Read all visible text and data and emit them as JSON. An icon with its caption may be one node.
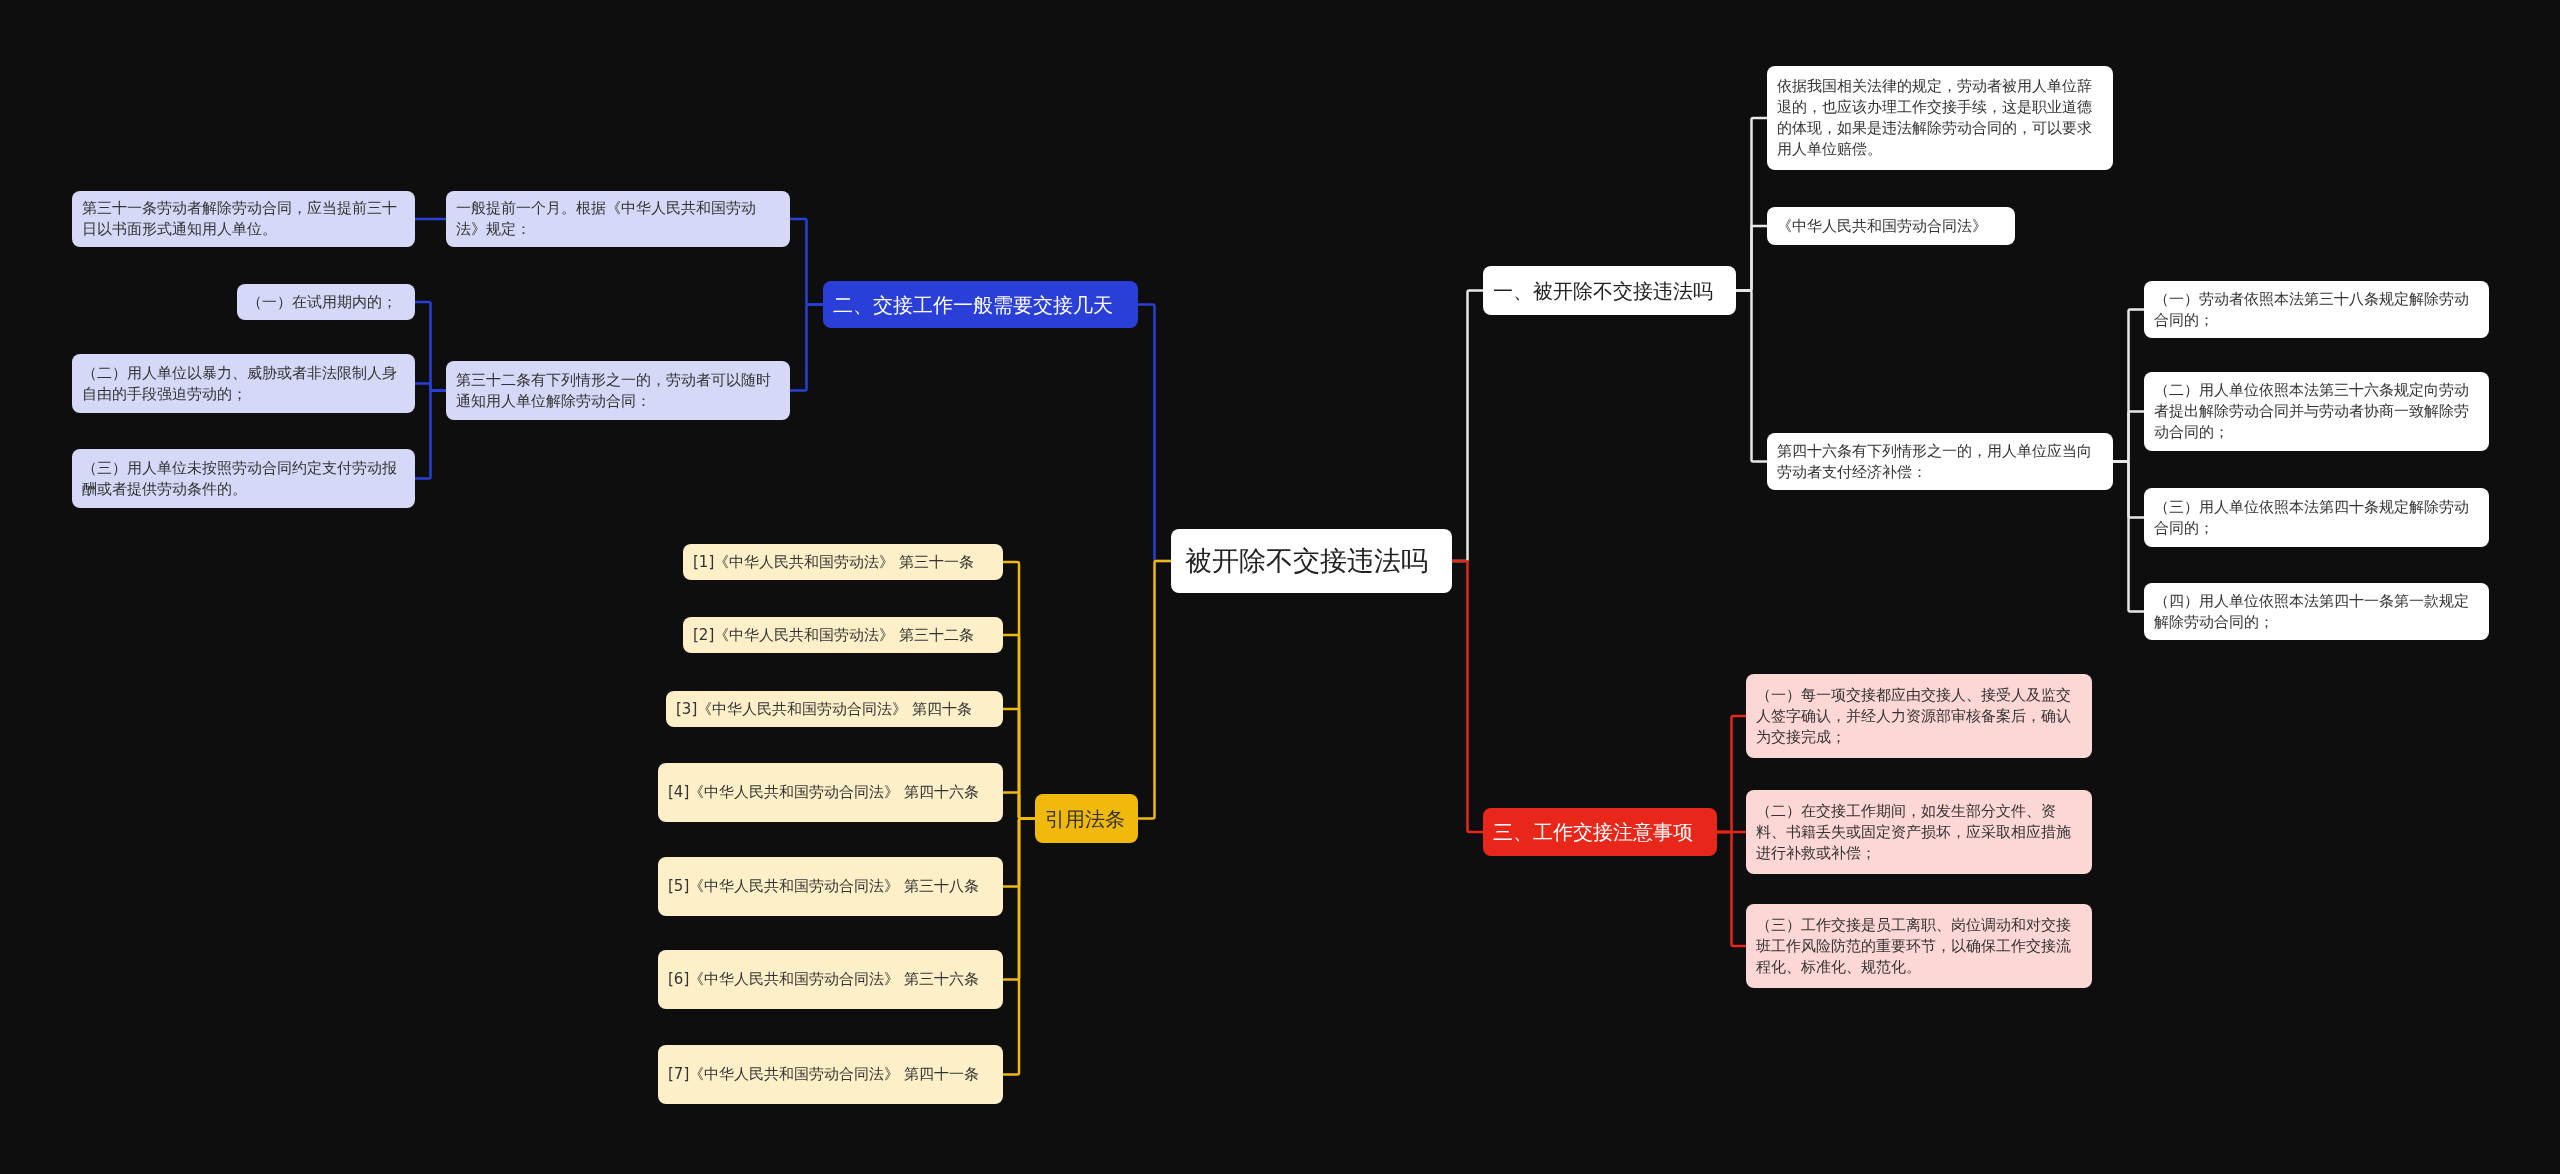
{
  "diagram": {
    "nodes": [
      {
        "text": [
          "被开除不交接违法吗"
        ]
      },
      {
        "text": [
          "一、被开除不交接违法吗"
        ]
      },
      {
        "text": [
          "依据我国相关法律的规定，劳动者被用人单位辞退的，也应该办理工作交接手续，这是职业道德的体现，如果是违法解除劳动合同的，可以要求用人单位赔偿。"
        ]
      },
      {
        "text": [
          "《中华人民共和国劳动合同法》"
        ]
      },
      {
        "text": [
          "第四十六条有下列情形之一的，用人单位应当向劳动者支付经济补偿："
        ]
      },
      {
        "text": [
          "（一）劳动者依照本法第三十八条规定解除劳动合同的；"
        ]
      },
      {
        "text": [
          "（二）用人单位依照本法第三十六条规定向劳动者提出解除劳动合同并与劳动者协商一致解除劳动合同的；"
        ]
      },
      {
        "text": [
          "（三）用人单位依照本法第四十条规定解除劳动合同的；"
        ]
      },
      {
        "text": [
          "（四）用人单位依照本法第四十一条第一款规定解除劳动合同的；"
        ]
      },
      {
        "text": [
          "三、工作交接注意事项"
        ]
      },
      {
        "text": [
          "（一）每一项交接都应由交接人、接受人及监交人签字确认，并经人力资源部审核备案后，确认为交接完成；"
        ]
      },
      {
        "text": [
          "（二）在交接工作期间，如发生部分文件、资料、书籍丢失或固定资产损坏，应采取相应措施进行补救或补偿；"
        ]
      },
      {
        "text": [
          "（三）工作交接是员工离职、岗位调动和对交接班工作风险防范的重要环节，以确保工作交接流程化、标准化、规范化。"
        ]
      },
      {
        "text": [
          "二、交接工作一般需要交接几天"
        ]
      },
      {
        "text": [
          "一般提前一个月。根据《中华人民共和国劳动法》规定："
        ]
      },
      {
        "text": [
          "第三十一条劳动者解除劳动合同，应当提前三十日以书面形式通知用人单位。"
        ]
      },
      {
        "text": [
          "第三十二条有下列情形之一的，劳动者可以随时通知用人单位解除劳动合同："
        ]
      },
      {
        "text": [
          "（一）在试用期内的；"
        ]
      },
      {
        "text": [
          "（二）用人单位以暴力、威胁或者非法限制人身自由的手段强迫劳动的；"
        ]
      },
      {
        "text": [
          "（三）用人单位未按照劳动合同约定支付劳动报酬或者提供劳动条件的。"
        ]
      },
      {
        "text": [
          "引用法条"
        ]
      },
      {
        "text": [
          "[1]《中华人民共和国劳动法》 第三十一条"
        ]
      },
      {
        "text": [
          "[2]《中华人民共和国劳动法》 第三十二条"
        ]
      },
      {
        "text": [
          "[3]《中华人民共和国劳动合同法》 第四十条"
        ]
      },
      {
        "text": [
          "[4]《中华人民共和国劳动合同法》 第四十六条"
        ]
      },
      {
        "text": [
          "[5]《中华人民共和国劳动合同法》 第三十八条"
        ]
      },
      {
        "text": [
          "[6]《中华人民共和国劳动合同法》 第三十六条"
        ]
      },
      {
        "text": [
          "[7]《中华人民共和国劳动合同法》 第四十一条"
        ]
      }
    ],
    "edges": [
      {
        "from": 0,
        "to": 1,
        "arrow": "none"
      },
      {
        "from": 1,
        "to": 2,
        "arrow": "none"
      },
      {
        "from": 1,
        "to": 3,
        "arrow": "none"
      },
      {
        "from": 1,
        "to": 4,
        "arrow": "none"
      },
      {
        "from": 4,
        "to": 5,
        "arrow": "none"
      },
      {
        "from": 4,
        "to": 6,
        "arrow": "none"
      },
      {
        "from": 4,
        "to": 7,
        "arrow": "none"
      },
      {
        "from": 4,
        "to": 8,
        "arrow": "none"
      },
      {
        "from": 0,
        "to": 9,
        "arrow": "none",
        "color": "#e8271a"
      },
      {
        "from": 9,
        "to": 10,
        "arrow": "none",
        "color": "#e8271a"
      },
      {
        "from": 9,
        "to": 11,
        "arrow": "none",
        "color": "#e8271a"
      },
      {
        "from": 9,
        "to": 12,
        "arrow": "none",
        "color": "#e8271a"
      },
      {
        "from": 0,
        "to": 13,
        "arrow": "none",
        "color": "#2a3fd8"
      },
      {
        "from": 13,
        "to": 14,
        "arrow": "none",
        "color": "#2a3fd8"
      },
      {
        "from": 14,
        "to": 15,
        "arrow": "none",
        "color": "#2a3fd8"
      },
      {
        "from": 13,
        "to": 16,
        "arrow": "none",
        "color": "#2a3fd8"
      },
      {
        "from": 16,
        "to": 17,
        "arrow": "none",
        "color": "#2a3fd8"
      },
      {
        "from": 16,
        "to": 18,
        "arrow": "none",
        "color": "#2a3fd8"
      },
      {
        "from": 16,
        "to": 19,
        "arrow": "none",
        "color": "#2a3fd8"
      },
      {
        "from": 0,
        "to": 20,
        "arrow": "none",
        "color": "#f0b90b"
      },
      {
        "from": 20,
        "to": 21,
        "arrow": "none",
        "color": "#f0b90b"
      },
      {
        "from": 20,
        "to": 22,
        "arrow": "none",
        "color": "#f0b90b"
      },
      {
        "from": 20,
        "to": 23,
        "arrow": "none",
        "color": "#f0b90b"
      },
      {
        "from": 20,
        "to": 24,
        "arrow": "none",
        "color": "#f0b90b"
      },
      {
        "from": 20,
        "to": 25,
        "arrow": "none",
        "color": "#f0b90b"
      },
      {
        "from": 20,
        "to": 26,
        "arrow": "none",
        "color": "#f0b90b"
      },
      {
        "from": 20,
        "to": 27,
        "arrow": "none",
        "color": "#f0b90b"
      }
    ]
  }
}
